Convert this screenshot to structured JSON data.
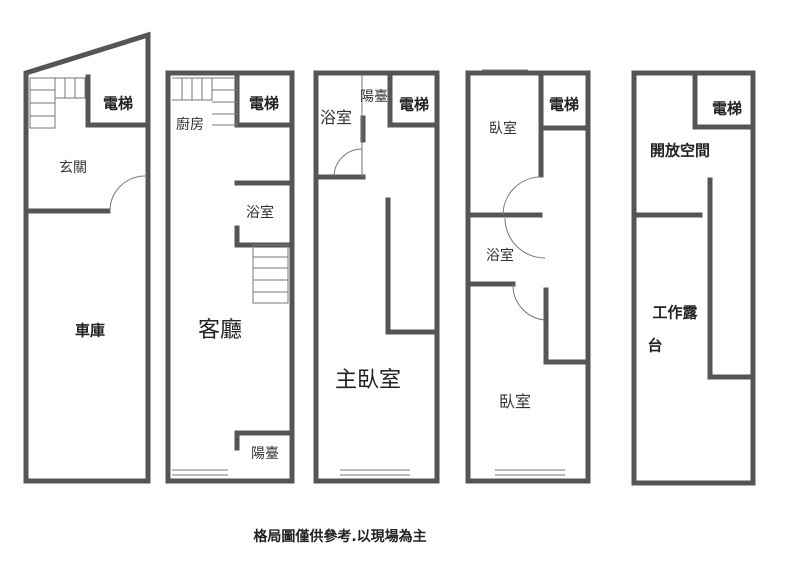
{
  "plans": [
    {
      "rooms": [
        "電梯",
        "玄關",
        "車庫"
      ]
    },
    {
      "rooms": [
        "電梯",
        "廚房",
        "浴室",
        "客廳",
        "陽臺"
      ]
    },
    {
      "rooms": [
        "電梯",
        "陽臺",
        "浴室",
        "主臥室"
      ]
    },
    {
      "rooms": [
        "電梯",
        "臥室",
        "浴室",
        "臥室"
      ]
    },
    {
      "rooms": [
        "電梯",
        "開放空間",
        "工作露",
        "台"
      ]
    }
  ],
  "caption": "格局圖僅供參考.以現場為主"
}
